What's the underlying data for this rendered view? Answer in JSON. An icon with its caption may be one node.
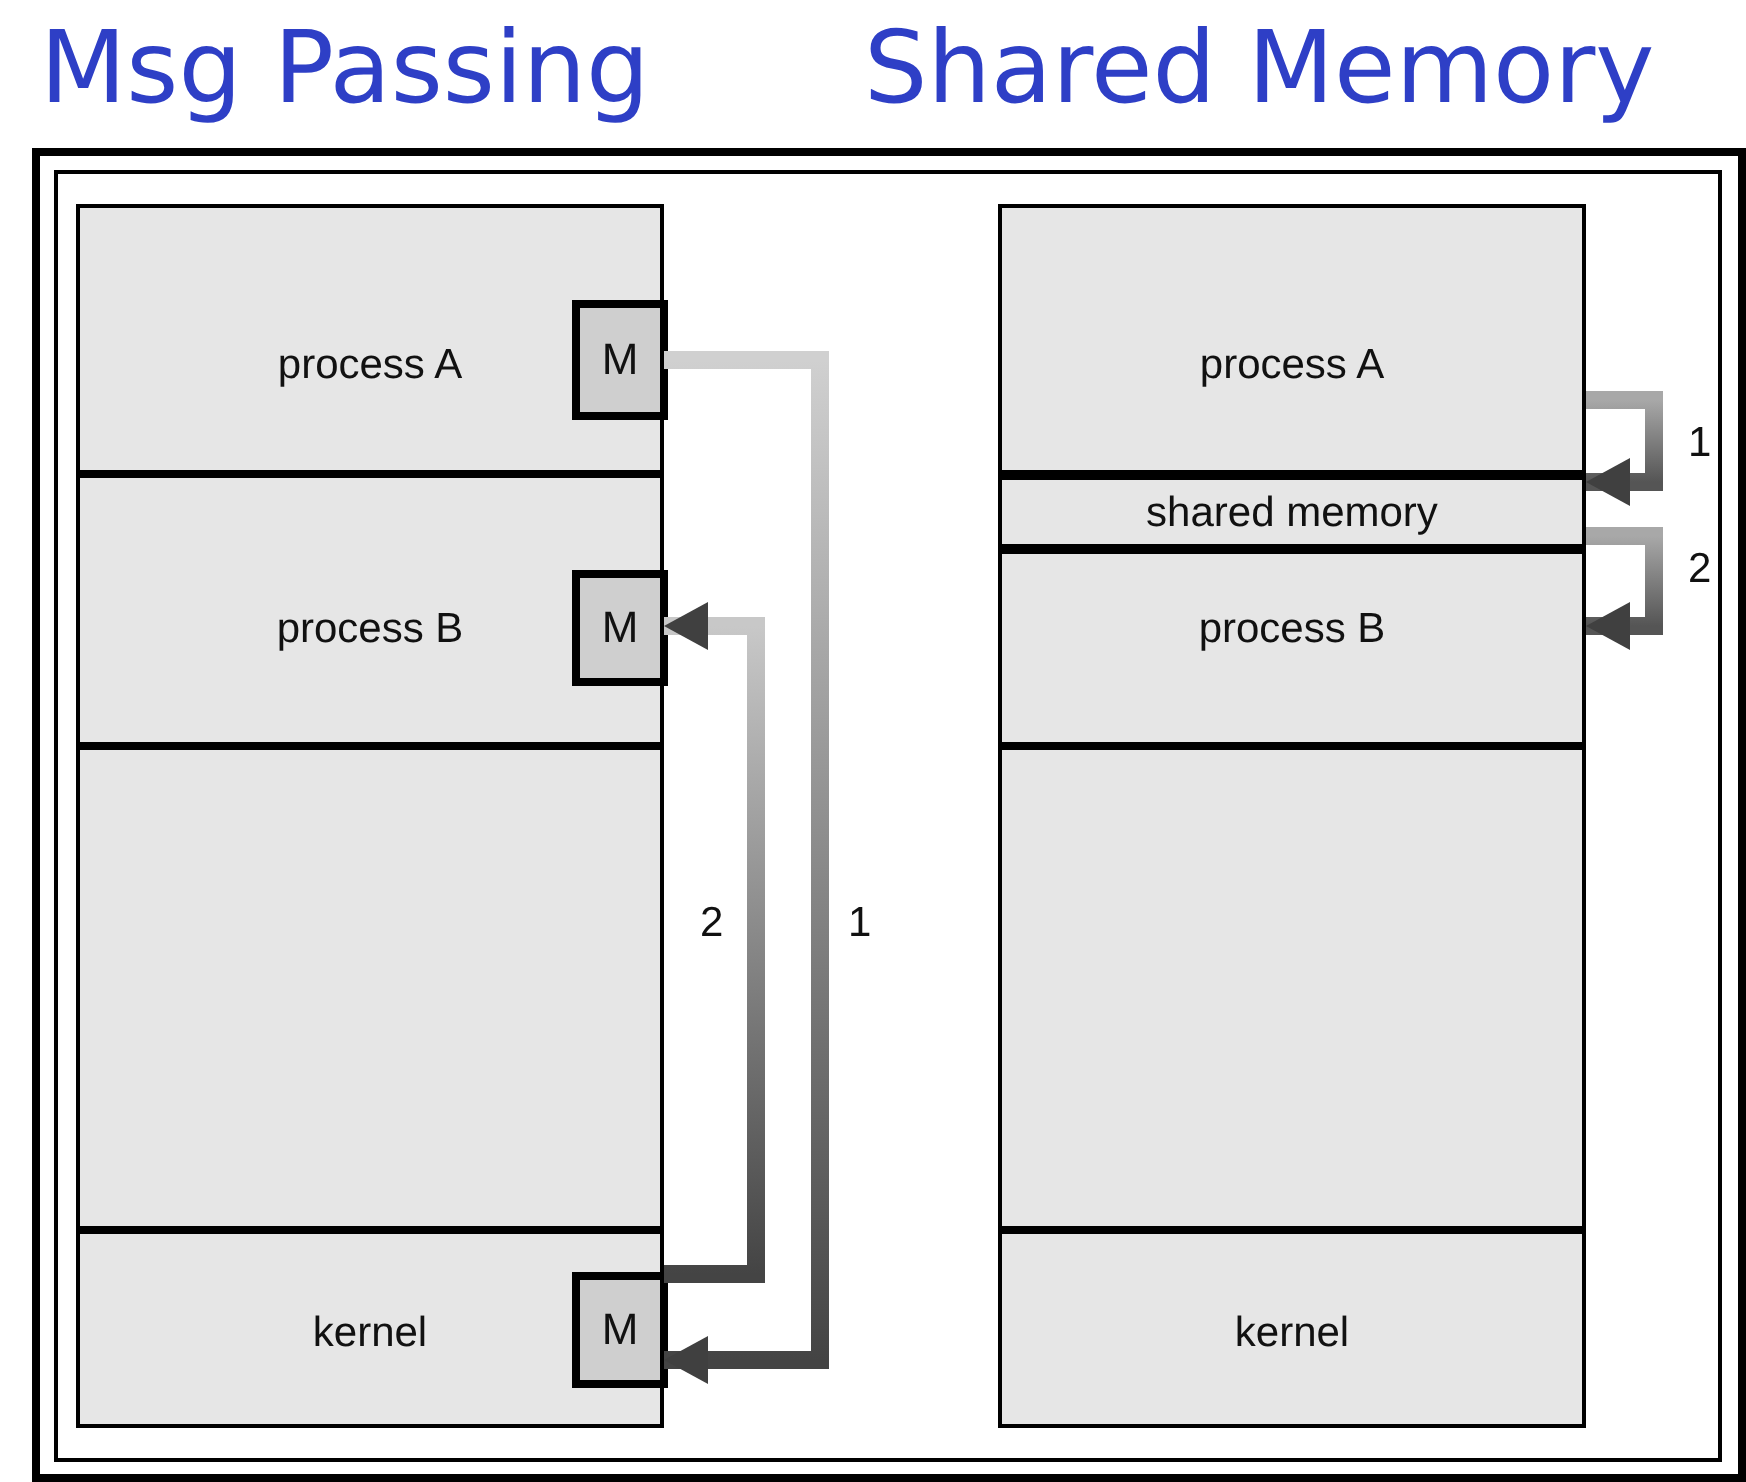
{
  "diagram": {
    "nodes": [
      {
        "text": [
          "process A"
        ]
      },
      {
        "text": [
          "M"
        ],
        "in": 0
      },
      {
        "text": [
          "process B"
        ]
      },
      {
        "text": [
          "M"
        ],
        "in": 2
      },
      {
        "text": [],
        "shape": "box"
      },
      {
        "text": [
          "kernel"
        ]
      },
      {
        "text": [
          "M"
        ],
        "in": 5
      },
      {
        "text": [
          "process A"
        ]
      },
      {
        "text": [
          "shared memory"
        ]
      },
      {
        "text": [
          "process B"
        ]
      },
      {
        "text": [],
        "shape": "box"
      },
      {
        "text": [
          "kernel"
        ]
      }
    ],
    "edges": [
      {
        "from": 1,
        "to": 6,
        "arrow": "to",
        "label": "1",
        "style": "thick"
      },
      {
        "from": 6,
        "to": 3,
        "arrow": "to",
        "label": "2",
        "style": "thick"
      },
      {
        "from": 7,
        "to": 8,
        "arrow": "to",
        "label": "1",
        "style": "thick"
      },
      {
        "from": 8,
        "to": 9,
        "arrow": "to",
        "label": "2",
        "style": "thick"
      }
    ],
    "labels": [
      "Msg Passing",
      "Shared Memory"
    ]
  }
}
